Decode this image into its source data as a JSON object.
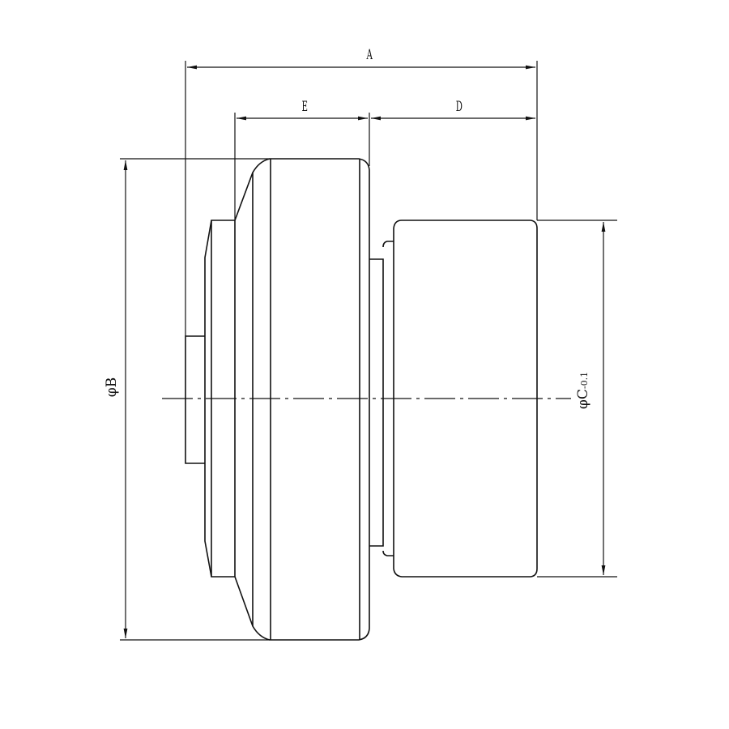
{
  "dimensions": {
    "A": "A",
    "E": "E",
    "D": "D",
    "B": "φB",
    "C": "φC",
    "C_tolerance": "-0.1"
  }
}
